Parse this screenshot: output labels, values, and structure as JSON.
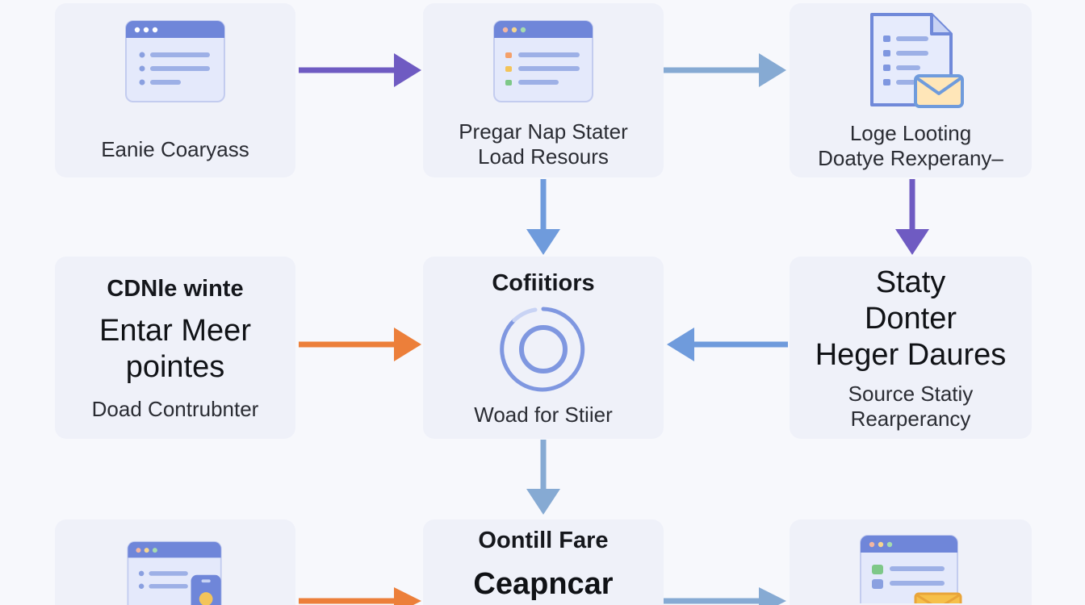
{
  "colors": {
    "purple": "#6f5bc2",
    "blue": "#6f9bdc",
    "steel": "#86aad3",
    "orange": "#ec7f3a",
    "card_bg": "#eff1f9",
    "window_bar": "#6f86d9"
  },
  "nodes": {
    "top_left": {
      "label": "Eanie Coaryass",
      "icon": "browser-window-icon"
    },
    "top_middle": {
      "label_1": "Pregar Nap Stater",
      "label_2": "Load Resours",
      "icon": "browser-window-icon"
    },
    "top_right": {
      "label_1": "Loge Looting",
      "label_2": "Doatye Rexperany–",
      "icon": "document-mail-icon"
    },
    "middle_left": {
      "heading": "CDNle winte",
      "big_1": "Entar Meer",
      "big_2": "pointes",
      "caption": "Doad Contrubnter"
    },
    "middle_center": {
      "heading": "Cofiitiors",
      "caption": "Woad for Stiier",
      "icon": "loading-ring-icon"
    },
    "middle_right": {
      "big_1": "Staty",
      "big_2": "Donter",
      "big_3": "Heger Daures",
      "caption_1": "Source Statiy",
      "caption_2": "Rearperancy"
    },
    "bottom_left": {
      "icon": "browser-window-user-icon"
    },
    "bottom_middle": {
      "heading": "Oontill Fare",
      "big_1": "Ceapncar"
    },
    "bottom_right": {
      "icon": "browser-window-mail-icon"
    }
  }
}
